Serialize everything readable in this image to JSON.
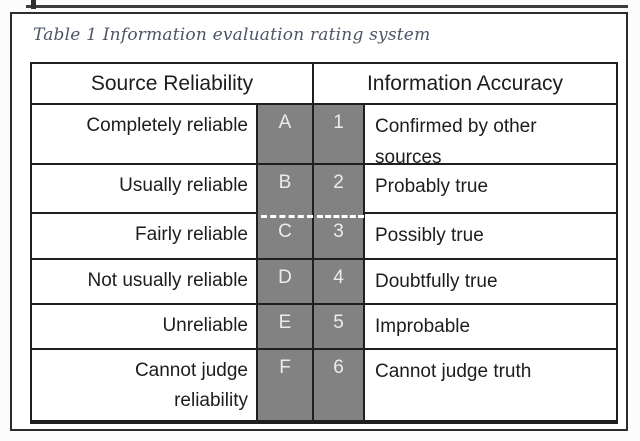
{
  "caption": "Table 1 Information evaluation rating system",
  "table": {
    "column_groups": [
      {
        "header": "Source Reliability"
      },
      {
        "header": "Information Accuracy"
      }
    ],
    "rows": [
      {
        "source": "Completely reliable",
        "reliability_code": "A",
        "accuracy_code": "1",
        "accuracy": "Confirmed by other sources"
      },
      {
        "source": "Usually reliable",
        "reliability_code": "B",
        "accuracy_code": "2",
        "accuracy": "Probably true"
      },
      {
        "source": "Fairly reliable",
        "reliability_code": "C",
        "accuracy_code": "3",
        "accuracy": "Possibly true"
      },
      {
        "source": "Not usually reliable",
        "reliability_code": "D",
        "accuracy_code": "4",
        "accuracy": "Doubtfully true"
      },
      {
        "source": "Unreliable",
        "reliability_code": "E",
        "accuracy_code": "5",
        "accuracy": "Improbable"
      },
      {
        "source": "Cannot judge reliability",
        "reliability_code": "F",
        "accuracy_code": "6",
        "accuracy": "Cannot judge truth"
      }
    ]
  },
  "colors": {
    "code_cell_background": "#828282",
    "code_cell_text": "#ececec",
    "table_border": "#1f1f1f",
    "caption_text": "#4d5668",
    "body_text": "#1d1d1d",
    "page_split_dash": "#ffffff"
  }
}
